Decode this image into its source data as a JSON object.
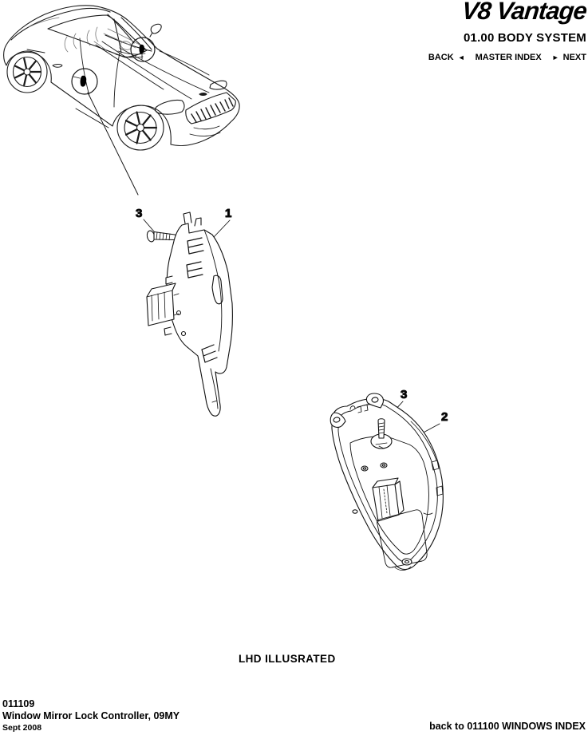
{
  "header": {
    "logo": "V8 Vantage",
    "section_title": "01.00 BODY SYSTEM",
    "nav": {
      "back_label": "BACK",
      "back_arrow": "◄",
      "master_index_label": "MASTER INDEX",
      "next_arrow": "►",
      "next_label": "NEXT"
    }
  },
  "illustration": {
    "caption": "LHD ILLUSRATED",
    "callout_1": "1",
    "callout_2": "2",
    "callout_3": "3"
  },
  "footer": {
    "doc_number": "011109",
    "doc_title": "Window Mirror Lock Controller, 09MY",
    "doc_date": "Sept 2008",
    "back_link": "back to 011100 WINDOWS INDEX"
  }
}
